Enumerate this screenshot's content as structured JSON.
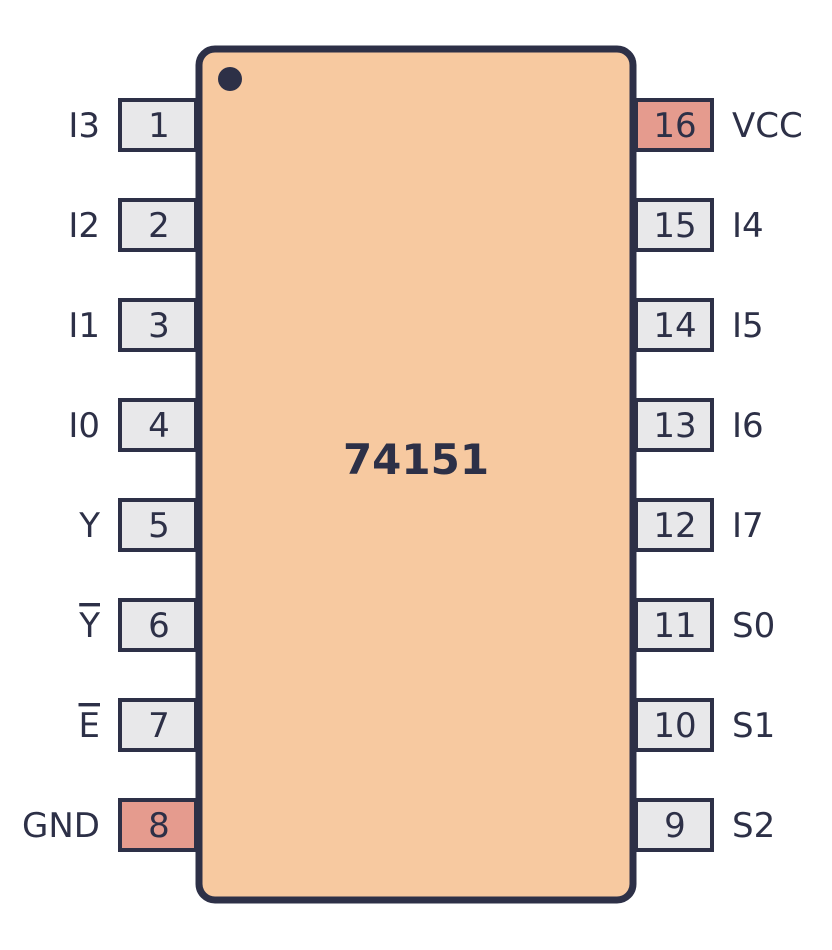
{
  "chip": {
    "name": "74151",
    "body_color": "#f7c9a0",
    "outline_color": "#2d3047",
    "pin_color": "#e8e8ea",
    "power_pin_color": "#e59b8e"
  },
  "pins_left": [
    {
      "number": "1",
      "label": "I3",
      "overline": false,
      "power": false
    },
    {
      "number": "2",
      "label": "I2",
      "overline": false,
      "power": false
    },
    {
      "number": "3",
      "label": "I1",
      "overline": false,
      "power": false
    },
    {
      "number": "4",
      "label": "I0",
      "overline": false,
      "power": false
    },
    {
      "number": "5",
      "label": "Y",
      "overline": false,
      "power": false
    },
    {
      "number": "6",
      "label": "Y",
      "overline": true,
      "power": false
    },
    {
      "number": "7",
      "label": "E",
      "overline": true,
      "power": false
    },
    {
      "number": "8",
      "label": "GND",
      "overline": false,
      "power": true
    }
  ],
  "pins_right": [
    {
      "number": "16",
      "label": "VCC",
      "overline": false,
      "power": true
    },
    {
      "number": "15",
      "label": "I4",
      "overline": false,
      "power": false
    },
    {
      "number": "14",
      "label": "I5",
      "overline": false,
      "power": false
    },
    {
      "number": "13",
      "label": "I6",
      "overline": false,
      "power": false
    },
    {
      "number": "12",
      "label": "I7",
      "overline": false,
      "power": false
    },
    {
      "number": "11",
      "label": "S0",
      "overline": false,
      "power": false
    },
    {
      "number": "10",
      "label": "S1",
      "overline": false,
      "power": false
    },
    {
      "number": "9",
      "label": "S2",
      "overline": false,
      "power": false
    }
  ]
}
